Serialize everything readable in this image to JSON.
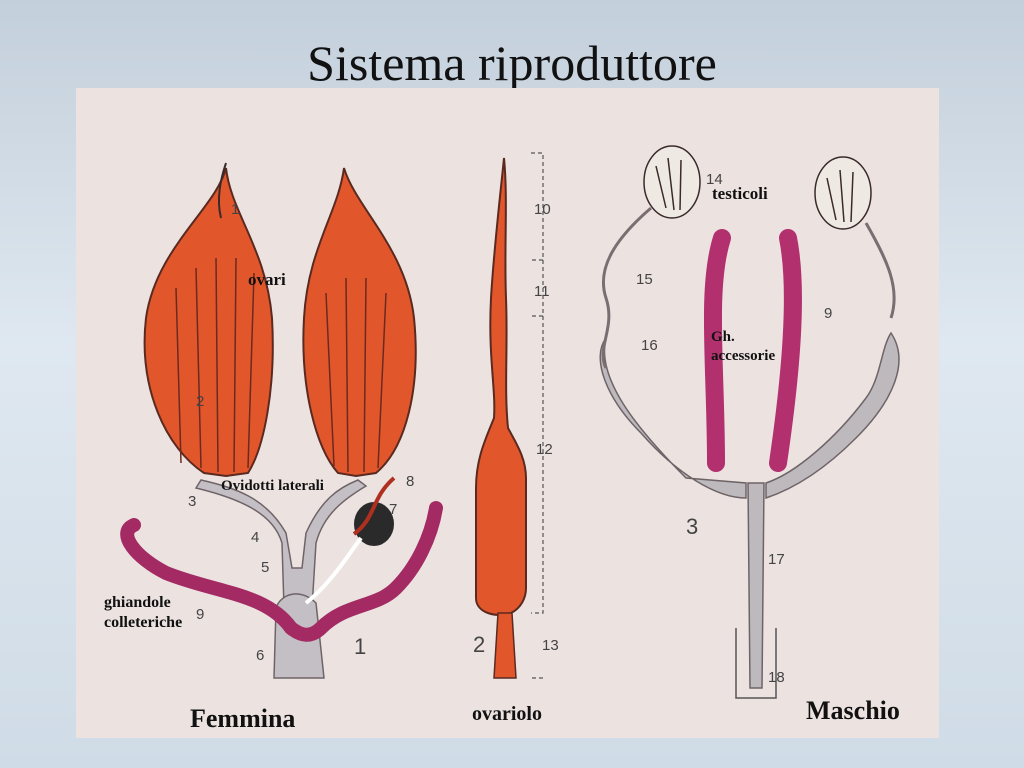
{
  "title": "Sistema riproduttore",
  "labels": {
    "ovari": "ovari",
    "ovidotti": "Ovidotti laterali",
    "ghiandole": "ghiandole\ncolleteriche",
    "femmina": "Femmina",
    "ovariolo": "ovariolo",
    "testicoli": "testicoli",
    "gh_accessorie": "Gh.\naccessorie",
    "maschio": "Maschio"
  },
  "figure_numbers": {
    "n1a": "1",
    "n2a": "2",
    "n3a": "3",
    "n4": "4",
    "n5": "5",
    "n6": "6",
    "n7": "7",
    "n8": "8",
    "n9a": "9",
    "n10": "10",
    "n11": "11",
    "n12": "12",
    "n13": "13",
    "n2b": "2",
    "n14": "14",
    "n15": "15",
    "n16": "16",
    "n9b": "9",
    "n3b": "3",
    "n17": "17",
    "n18": "18",
    "n1b": "1"
  },
  "colors": {
    "ovary": "#e2562c",
    "gland": "#b3306f",
    "duct": "#b9b4b9",
    "line": "#3a2a2a"
  }
}
